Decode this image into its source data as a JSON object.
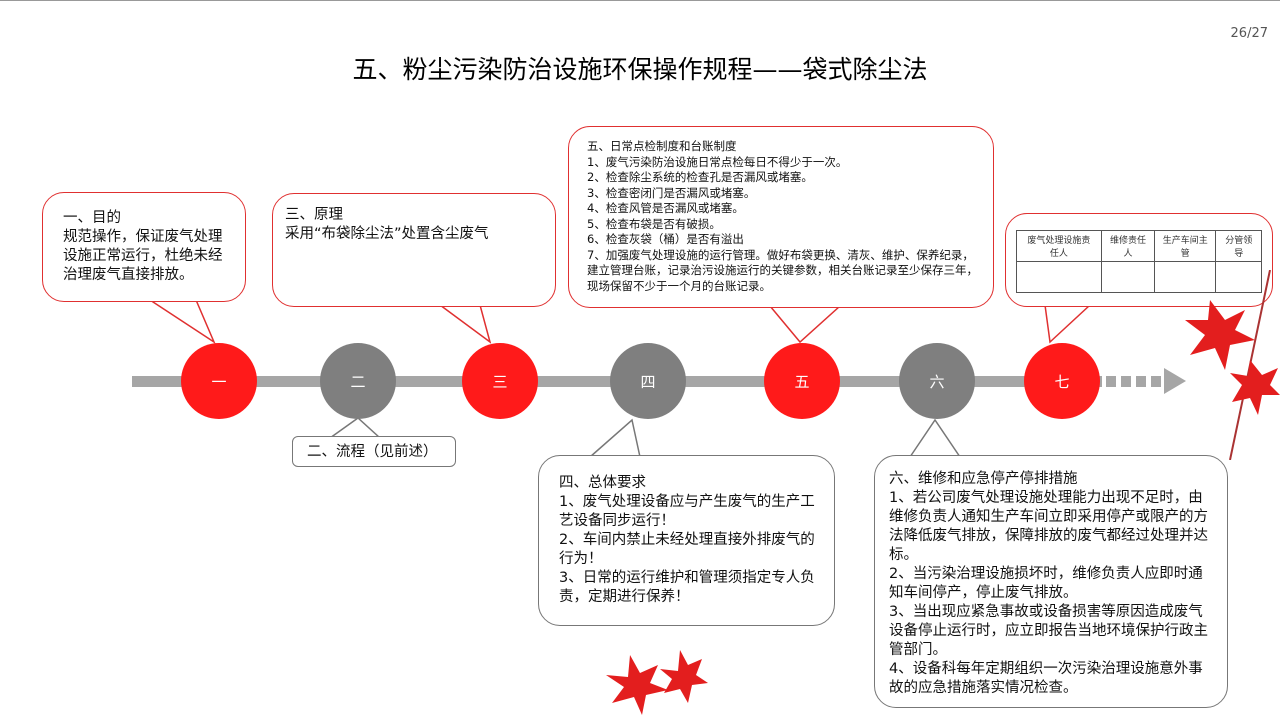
{
  "page_number": "26/27",
  "title": "五、粉尘污染防治设施环保操作规程——袋式除尘法",
  "colors": {
    "red": "#ff1a1a",
    "gray": "#7f7f7f"
  },
  "nodes": [
    {
      "label": "一",
      "color": "red"
    },
    {
      "label": "二",
      "color": "gray"
    },
    {
      "label": "三",
      "color": "red"
    },
    {
      "label": "四",
      "color": "gray"
    },
    {
      "label": "五",
      "color": "red"
    },
    {
      "label": "六",
      "color": "gray"
    },
    {
      "label": "七",
      "color": "red"
    }
  ],
  "boxes": {
    "b1": "一、目的\n规范操作，保证废气处理设施正常运行，杜绝未经治理废气直接排放。",
    "b2": "二、流程（见前述）",
    "b3": "三、原理\n采用“布袋除尘法”处置含尘废气",
    "b4": "四、总体要求\n1、废气处理设备应与产生废气的生产工艺设备同步运行！\n2、车间内禁止未经处理直接外排废气的行为！\n3、日常的运行维护和管理须指定专人负责，定期进行保养！",
    "b5": "五、日常点检制度和台账制度\n1、废气污染防治设施日常点检每日不得少于一次。\n2、检查除尘系统的检查孔是否漏风或堵塞。\n3、检查密闭门是否漏风或堵塞。\n4、检查风管是否漏风或堵塞。\n5、检查布袋是否有破损。\n6、检查灰袋（桶）是否有溢出\n7、加强废气处理设施的运行管理。做好布袋更换、清灰、维护、保养纪录，建立管理台账，记录治污设施运行的关键参数，相关台账记录至少保存三年，现场保留不少于一个月的台账记录。",
    "b6": "六、维修和应急停产停排措施\n1、若公司废气处理设施处理能力出现不足时，由维修负责人通知生产车间立即采用停产或限产的方法降低废气排放，保障排放的废气都经过处理并达标。\n2、当污染治理设施损坏时，维修负责人应即时通知车间停产，停止废气排放。\n3、当出现应紧急事故或设备损害等原因造成废气设备停止运行时，应立即报告当地环境保护行政主管部门。\n4、设备科每年定期组织一次污染治理设施意外事故的应急措施落实情况检查。"
  },
  "table_headers": [
    "废气处理设施责任人",
    "维修责任人",
    "生产车间主管",
    "分管领导"
  ]
}
